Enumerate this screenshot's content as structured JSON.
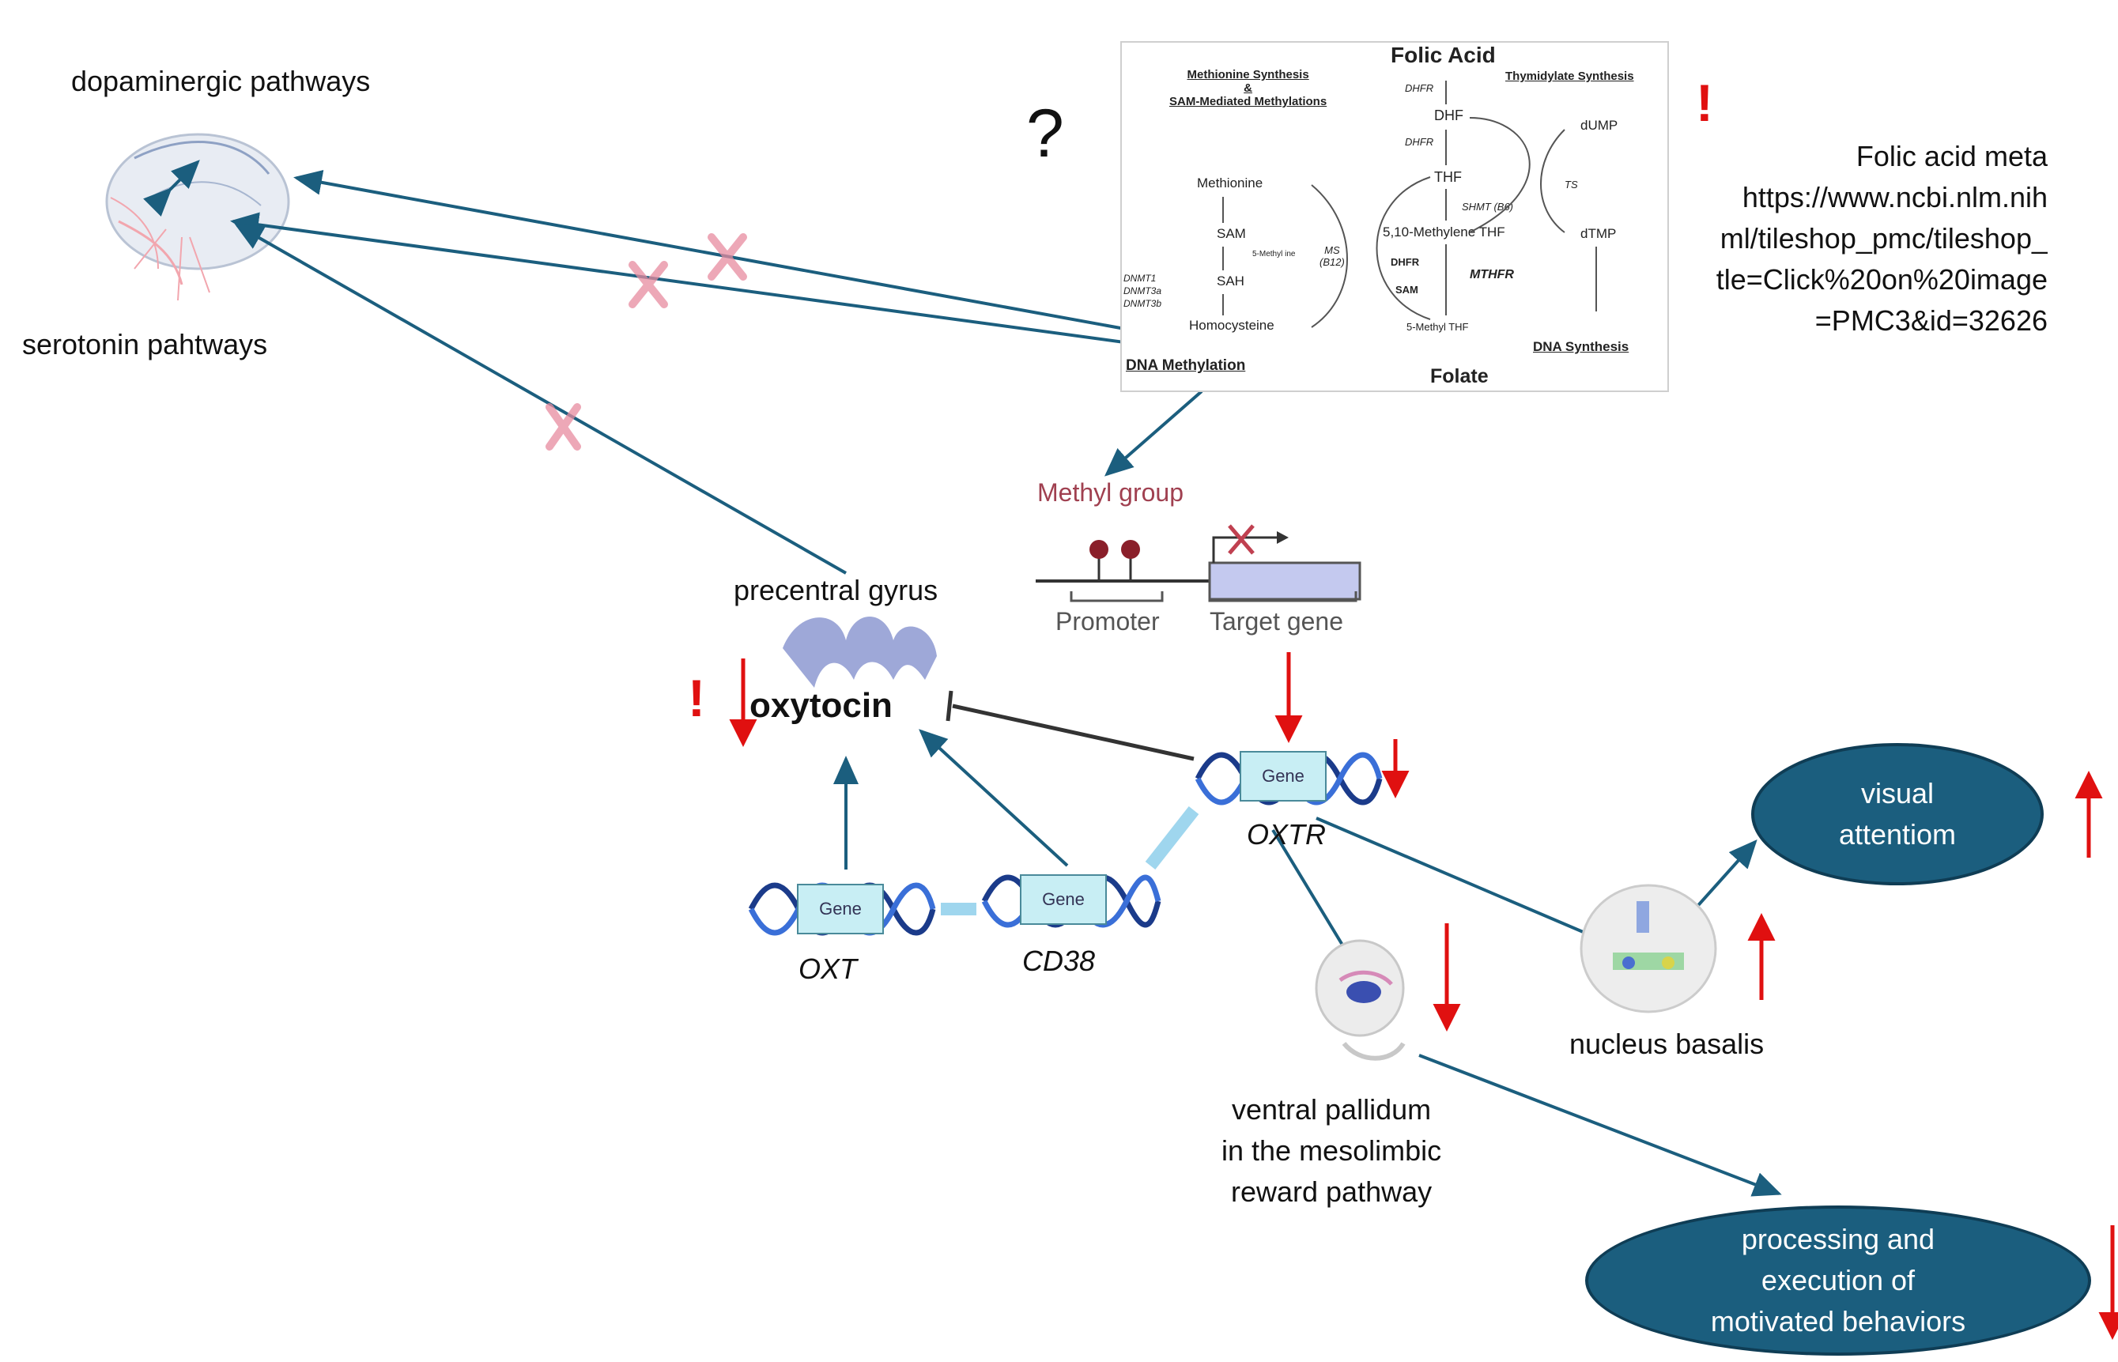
{
  "colors": {
    "arrow": "#1b5e7e",
    "regulation_arrow": "#e01010",
    "oval_fill": "#1b5e7e",
    "block_x": "#e88ca0",
    "gene_box": "#c8eef4"
  },
  "labels": {
    "dopaminergic": "dopaminergic pathways",
    "serotonin": "serotonin pahtways",
    "precentral": "precentral gyrus",
    "oxytocin": "oxytocin",
    "oxt": "OXT",
    "cd38": "CD38",
    "oxtr": "OXTR",
    "nucleus_basalis": "nucleus basalis",
    "ventral_pallidum": "ventral pallidum\nin the mesolimbic\nreward pathway",
    "question": "?"
  },
  "ovals": {
    "visual": "visual\nattentiom",
    "motivated": "processing and\nexecution of\nmotivated behaviors"
  },
  "marks": {
    "exclamation": "!"
  },
  "folic_figure": {
    "title": "Folic Acid",
    "methionine_header": "Methionine Synthesis\n&\nSAM-Mediated Methylations",
    "thymidylate_header": "Thymidylate Synthesis",
    "dhfr1": "DHFR",
    "dhf": "DHF",
    "dhfr2": "DHFR",
    "thf": "THF",
    "shmt": "SHMT (B6)",
    "methylene_thf": "5,10-Methylene THF",
    "dhfr3": "DHFR",
    "sam2": "SAM",
    "mthfr": "MTHFR",
    "methyl_thf": "5-Methyl THF",
    "methionine": "Methionine",
    "sam": "SAM",
    "sah": "SAH",
    "homocysteine": "Homocysteine",
    "dnmt": "DNMT1\nDNMT3a\nDNMT3b",
    "ms": "MS\n(B12)",
    "five_methyl": "5-Methyl ine",
    "dump": "dUMP",
    "ts": "TS",
    "dtmp": "dTMP",
    "dna_methylation": "DNA Methylation",
    "dna_synthesis": "DNA Synthesis",
    "folate": "Folate"
  },
  "url_text": "Folic acid meta\nhttps://www.ncbi.nlm.nih\nml/tileshop_pmc/tileshop_\ntle=Click%20on%20image\n=PMC3&id=32626",
  "methyl_figure": {
    "methyl_group": "Methyl group",
    "promoter": "Promoter",
    "target_gene": "Target gene"
  },
  "gene_label": "Gene"
}
